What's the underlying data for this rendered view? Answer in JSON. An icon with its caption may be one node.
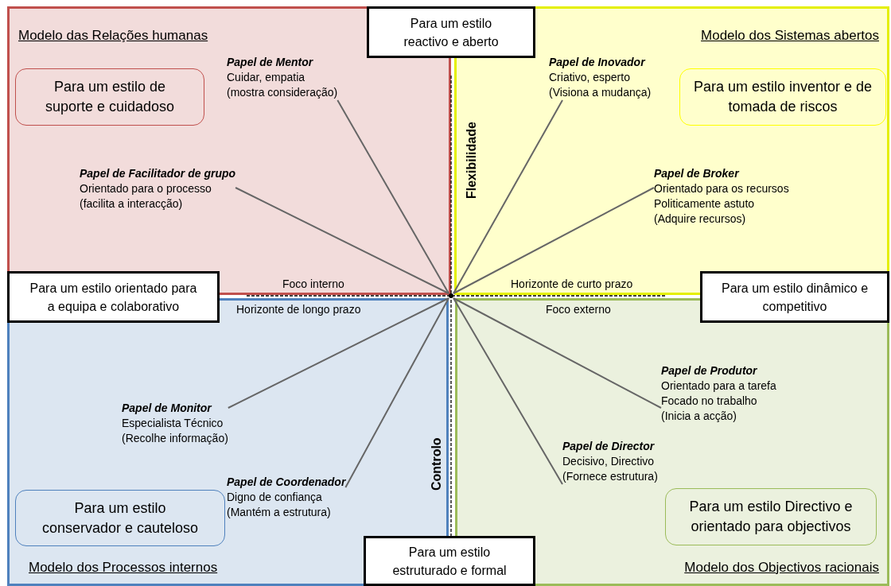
{
  "diagram": {
    "nodes": [
      {
        "text": [
          "Modelo das Relações humanas"
        ]
      },
      {
        "text": [
          "Para um estilo de suporte e cuidadoso"
        ],
        "in": 0
      },
      {
        "text": [
          "Papel de Mentor",
          "Cuidar, empatia",
          "(mostra consideração)"
        ],
        "in": 0
      },
      {
        "text": [
          "Papel de Facilitador de grupo",
          "Orientado para o processo",
          "(facilita a interacção)"
        ],
        "in": 0
      },
      {
        "text": [
          "Modelo dos Sistemas abertos"
        ]
      },
      {
        "text": [
          "Para um estilo inventor e de tomada de riscos"
        ],
        "in": 4
      },
      {
        "text": [
          "Papel de Inovador",
          "Criativo, esperto",
          "(Visiona a mudança)"
        ],
        "in": 4
      },
      {
        "text": [
          "Papel de Broker",
          "Orientado para os recursos",
          "Politicamente astuto",
          "(Adquire recursos)"
        ],
        "in": 4
      },
      {
        "text": [
          "Modelo dos Processos internos"
        ]
      },
      {
        "text": [
          "Papel de Monitor",
          "Especialista Técnico",
          "(Recolhe  informação)"
        ],
        "in": 8
      },
      {
        "text": [
          "Papel de Coordenador",
          "Digno de confiança",
          "(Mantém a estrutura)"
        ],
        "in": 8
      },
      {
        "text": [
          "Para um estilo conservador e cauteloso"
        ],
        "in": 8
      },
      {
        "text": [
          "Modelo dos Objectivos racionais"
        ]
      },
      {
        "text": [
          "Papel de Produtor",
          "Orientado para a tarefa",
          "Focado no trabalho",
          "(Inicia a acção)"
        ],
        "in": 12
      },
      {
        "text": [
          "Papel de Director",
          "Decisivo, Directivo",
          "(Fornece estrutura)"
        ],
        "in": 12
      },
      {
        "text": [
          "Para um estilo Directivo e orientado para objectivos"
        ],
        "in": 12
      },
      {
        "text": [
          "Para um estilo reactivo  e aberto"
        ]
      },
      {
        "text": [
          "Para um estilo orientado para a equipa e colaborativo"
        ]
      },
      {
        "text": [
          "Para um estilo dinâmico e competitivo"
        ]
      },
      {
        "text": [
          "Para um estilo estruturado e formal"
        ]
      },
      {
        "text": [],
        "shape": "circle"
      }
    ],
    "edges": [
      {
        "from": 20,
        "to": 2,
        "arrow": "none"
      },
      {
        "from": 20,
        "to": 3,
        "arrow": "none"
      },
      {
        "from": 20,
        "to": 6,
        "arrow": "none"
      },
      {
        "from": 20,
        "to": 7,
        "arrow": "none"
      },
      {
        "from": 20,
        "to": 9,
        "arrow": "none"
      },
      {
        "from": 20,
        "to": 10,
        "arrow": "none"
      },
      {
        "from": 20,
        "to": 13,
        "arrow": "none"
      },
      {
        "from": 20,
        "to": 14,
        "arrow": "none"
      }
    ],
    "labels": [
      "Flexibilidade",
      "Foco interno",
      "Horizonte de curto prazo",
      "Horizonte de longo prazo",
      "Foco externo",
      "Controlo"
    ]
  }
}
